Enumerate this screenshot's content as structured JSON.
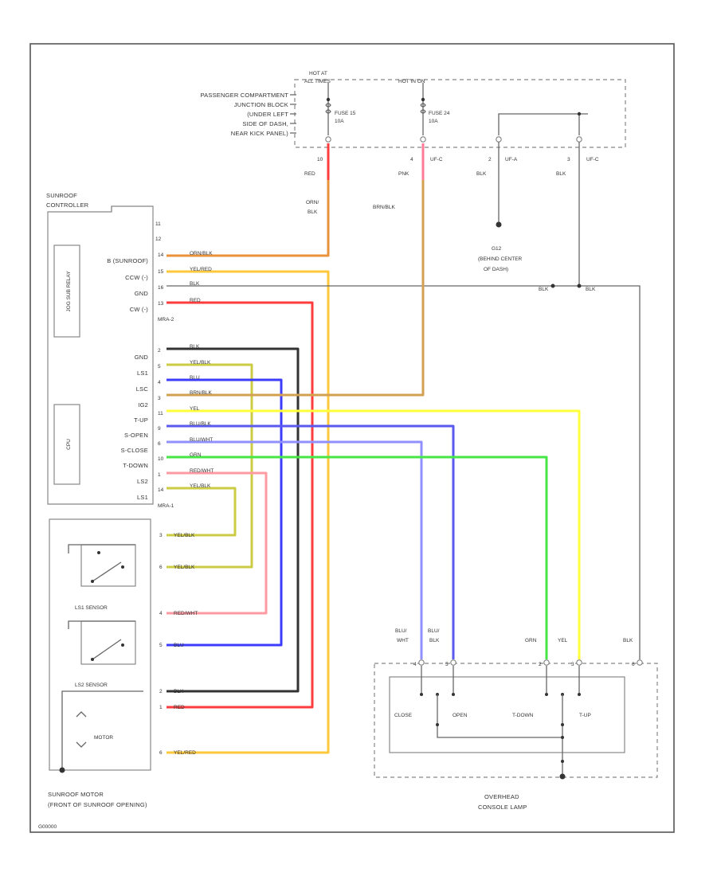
{
  "junction": {
    "hot_at": "HOT AT",
    "all_times": "ALL TIMES",
    "hot_run": "HOT IN ON",
    "name_lines": [
      "PASSENGER COMPARTMENT",
      "JUNCTION BLOCK",
      "(UNDER LEFT",
      "SIDE OF DASH,",
      "NEAR KICK PANEL)"
    ],
    "fuse1": [
      "FUSE 15",
      "10A"
    ],
    "fuse2": [
      "FUSE 24",
      "10A"
    ],
    "pin_10": "10",
    "pin_4": "4",
    "pin_2": "2",
    "pin_3": "3",
    "conn_ufc1": "UF-C",
    "conn_ufa": "UF-A",
    "conn_ufc2": "UF-C",
    "w_red": "RED",
    "w_pnk": "PNK",
    "w_blk1": "BLK",
    "w_blk2": "BLK"
  },
  "wires": {
    "orn_blk": [
      "ORN/",
      "BLK"
    ],
    "brn_blk": "BRN/BLK"
  },
  "ground": {
    "name": "G12",
    "lines": [
      "(BEHIND CENTER",
      "OF DASH)"
    ],
    "blk_a": "BLK",
    "blk_b": "BLK"
  },
  "controller": {
    "title_lines": [
      "SUNROOF",
      "CONTROLLER"
    ],
    "relay_label": "JOG SUB RELAY",
    "cpu_label": "CPU",
    "pin_top1": "11",
    "pin_top2": "12",
    "conn_upper": "MRA-2",
    "conn_lower": "MRA-1",
    "upper_pins": [
      {
        "name": "B (SUNROOF)",
        "pin": "14",
        "wire": "ORN/BLK"
      },
      {
        "name": "CCW (-)",
        "pin": "15",
        "wire": "YEL/RED"
      },
      {
        "name": "GND",
        "pin": "16",
        "wire": "BLK"
      },
      {
        "name": "CW (-)",
        "pin": "13",
        "wire": "RED"
      }
    ],
    "lower_pins": [
      {
        "name": "GND",
        "pin": "2",
        "wire": "BLK"
      },
      {
        "name": "LS1",
        "pin": "5",
        "wire": "YEL/BLK"
      },
      {
        "name": "LSC",
        "pin": "4",
        "wire": "BLU"
      },
      {
        "name": "IG2",
        "pin": "3",
        "wire": "BRN/BLK"
      },
      {
        "name": "T-UP",
        "pin": "11",
        "wire": "YEL"
      },
      {
        "name": "S-OPEN",
        "pin": "9",
        "wire": "BLU/BLK"
      },
      {
        "name": "S-CLOSE",
        "pin": "6",
        "wire": "BLU/WHT"
      },
      {
        "name": "T-DOWN",
        "pin": "10",
        "wire": "GRN"
      },
      {
        "name": "LS2",
        "pin": "1",
        "wire": "RED/WHT"
      },
      {
        "name": "LS1",
        "pin": "14",
        "wire": "YEL/BLK"
      }
    ]
  },
  "motor": {
    "ls1_sensor": "LS1 SENSOR",
    "ls2_sensor": "LS2 SENSOR",
    "motor_label": "MOTOR",
    "title_lines": [
      "SUNROOF MOTOR",
      "(FRONT OF SUNROOF OPENING)"
    ],
    "pins": [
      {
        "pin": "3",
        "wire": "YEL/BLK"
      },
      {
        "pin": "6",
        "wire": "YEL/BLK"
      },
      {
        "pin": "4",
        "wire": "RED/WHT"
      },
      {
        "pin": "5",
        "wire": "BLU"
      },
      {
        "pin": "2",
        "wire": "BLK"
      },
      {
        "pin": "1",
        "wire": "RED"
      },
      {
        "pin": "6",
        "wire": "YEL/RED"
      }
    ]
  },
  "lamp": {
    "title_lines": [
      "OVERHEAD",
      "CONSOLE LAMP"
    ],
    "w_blu_wht": [
      "BLU/",
      "WHT"
    ],
    "w_blu_blk": [
      "BLU/",
      "BLK"
    ],
    "w_grn": "GRN",
    "w_yel": "YEL",
    "w_blk": "BLK",
    "pins": [
      "4",
      "5",
      "2",
      "3",
      "6"
    ],
    "switches": [
      "CLOSE",
      "OPEN",
      "T-DOWN",
      "T-UP"
    ]
  },
  "figure_id": "G00000",
  "colors": {
    "orange": "#e8923a",
    "yellow_red": "#ffc83c",
    "red": "#ff3c3c",
    "black": "#333333",
    "yellow_black": "#cccc44",
    "blue": "#3c3cff",
    "tan": "#d2a050",
    "yellow": "#ffff3c",
    "blue_black": "#5a5aee",
    "blue_white": "#9090ff",
    "green": "#46e646",
    "red_white": "#ff9aa2",
    "pink": "#ff7a96"
  }
}
